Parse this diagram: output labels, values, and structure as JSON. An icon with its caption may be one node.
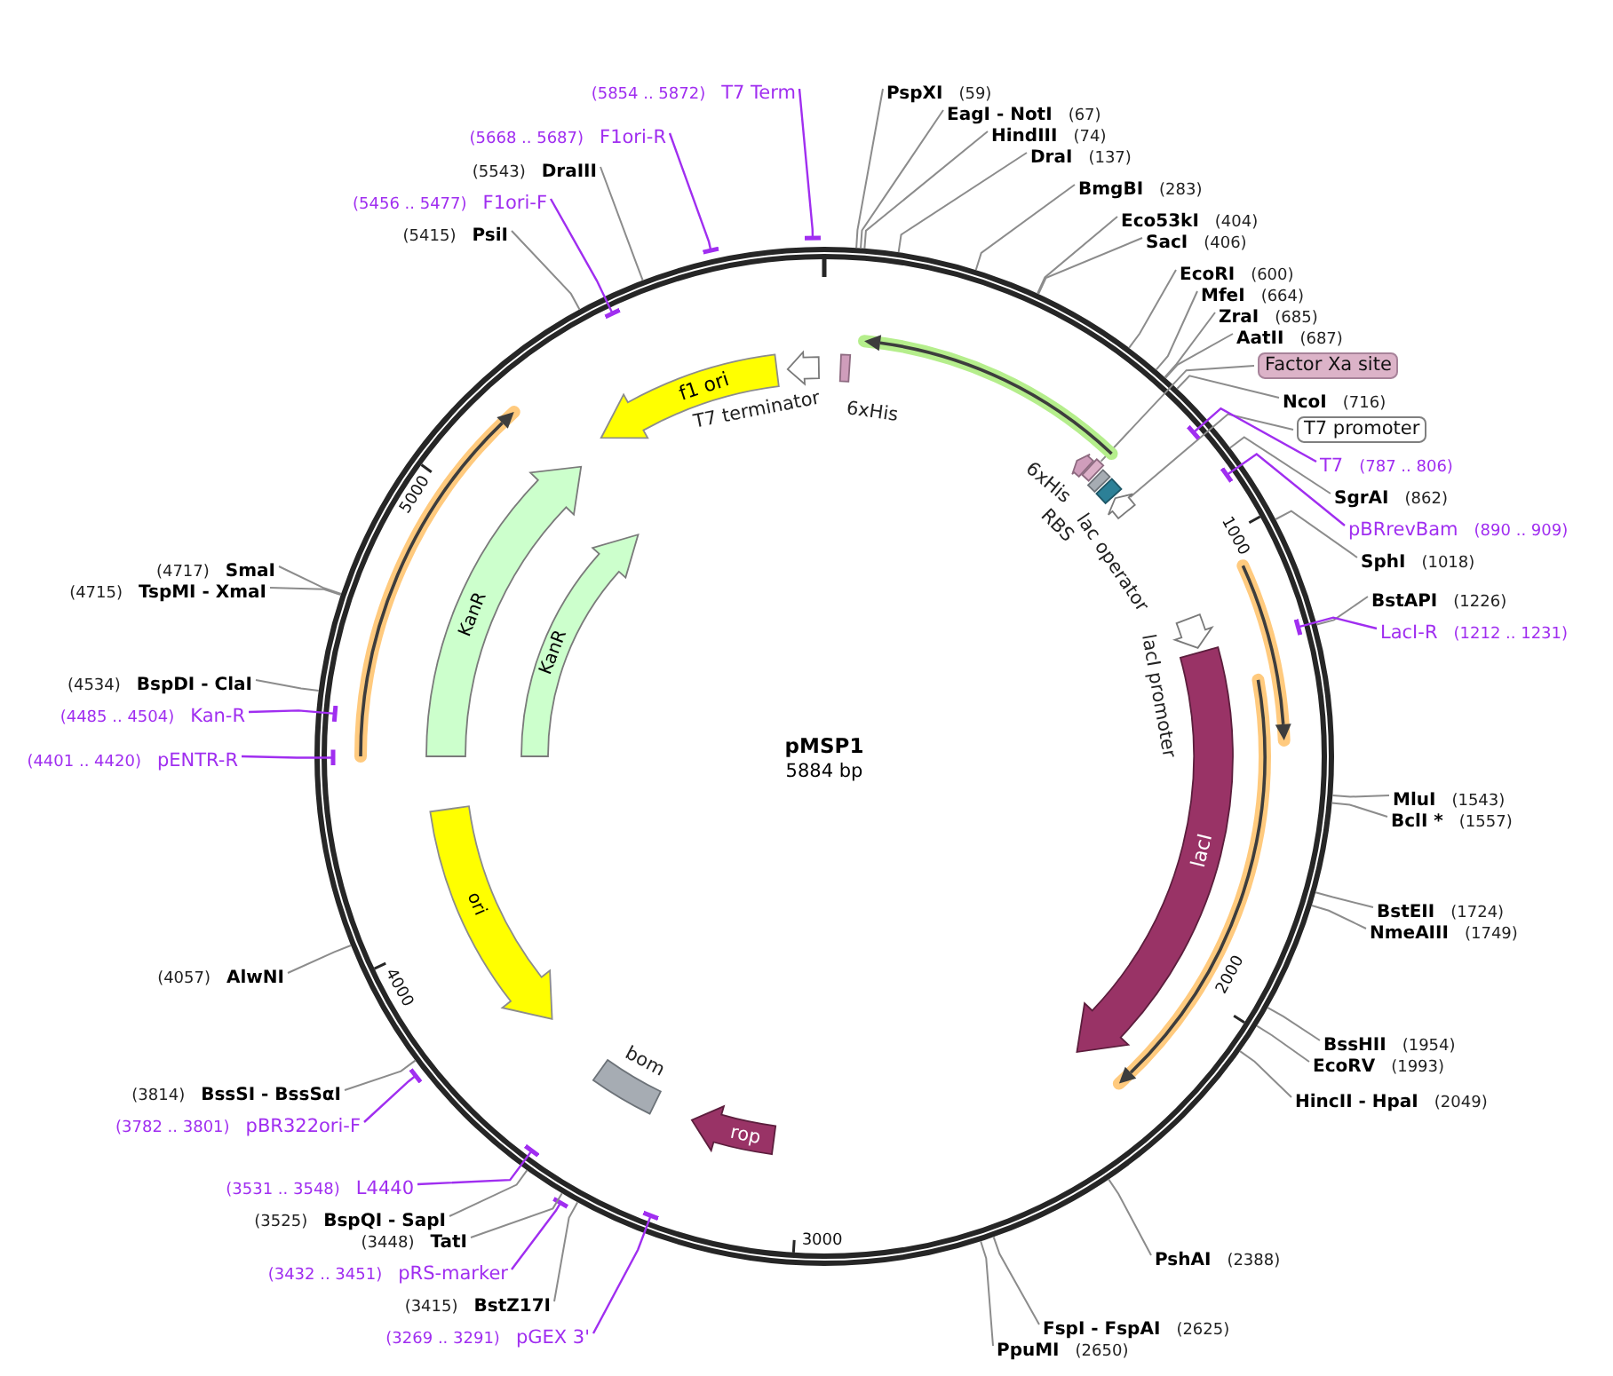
{
  "diagram": {
    "title": "pMSP1",
    "nodes": [
      {
        "text": [
          "PspXI",
          "(59)"
        ]
      },
      {
        "text": [
          "EagI - NotI",
          "(67)"
        ]
      },
      {
        "text": [
          "HindIII",
          "(74)"
        ]
      },
      {
        "text": [
          "DraI",
          "(137)"
        ]
      },
      {
        "text": [
          "BmgBI",
          "(283)"
        ]
      },
      {
        "text": [
          "Eco53kI",
          "(404)"
        ]
      },
      {
        "text": [
          "SacI",
          "(406)"
        ]
      },
      {
        "text": [
          "EcoRI",
          "(600)"
        ]
      },
      {
        "text": [
          "MfeI",
          "(664)"
        ]
      },
      {
        "text": [
          "ZraI",
          "(685)"
        ]
      },
      {
        "text": [
          "AatII",
          "(687)"
        ]
      },
      {
        "text": [
          "Factor Xa site"
        ]
      },
      {
        "text": [
          "NcoI",
          "(716)"
        ]
      },
      {
        "text": [
          "T7 promoter"
        ]
      },
      {
        "text": [
          "T7",
          "(787 .. 806)"
        ]
      },
      {
        "text": [
          "SgrAI",
          "(862)"
        ]
      },
      {
        "text": [
          "pBRrevBam",
          "(890 .. 909)"
        ]
      },
      {
        "text": [
          "SphI",
          "(1018)"
        ]
      },
      {
        "text": [
          "BstAPI",
          "(1226)"
        ]
      },
      {
        "text": [
          "LacI-R",
          "(1212 .. 1231)"
        ]
      },
      {
        "text": [
          "MluI",
          "(1543)"
        ]
      },
      {
        "text": [
          "BclI *",
          "(1557)"
        ]
      },
      {
        "text": [
          "BstEII",
          "(1724)"
        ]
      },
      {
        "text": [
          "NmeAIII",
          "(1749)"
        ]
      },
      {
        "text": [
          "BssHII",
          "(1954)"
        ]
      },
      {
        "text": [
          "EcoRV",
          "(1993)"
        ]
      },
      {
        "text": [
          "HincII - HpaI",
          "(2049)"
        ]
      },
      {
        "text": [
          "PshAI",
          "(2388)"
        ]
      },
      {
        "text": [
          "FspI - FspAI",
          "(2625)"
        ]
      },
      {
        "text": [
          "PpuMI",
          "(2650)"
        ]
      },
      {
        "text": [
          "(3269 .. 3291)",
          "pGEX 3'"
        ]
      },
      {
        "text": [
          "(3415)",
          "BstZ17I"
        ]
      },
      {
        "text": [
          "(3432 .. 3451)",
          "pRS-marker"
        ]
      },
      {
        "text": [
          "(3448)",
          "TatI"
        ]
      },
      {
        "text": [
          "(3525)",
          "BspQI - SapI"
        ]
      },
      {
        "text": [
          "(3531 .. 3548)",
          "L4440"
        ]
      },
      {
        "text": [
          "(3782 .. 3801)",
          "pBR322ori-F"
        ]
      },
      {
        "text": [
          "(3814)",
          "BssSI - BssSαI"
        ]
      },
      {
        "text": [
          "(4057)",
          "AlwNI"
        ]
      },
      {
        "text": [
          "(4401 .. 4420)",
          "pENTR-R"
        ]
      },
      {
        "text": [
          "(4485 .. 4504)",
          "Kan-R"
        ]
      },
      {
        "text": [
          "(4534)",
          "BspDI - ClaI"
        ]
      },
      {
        "text": [
          "(4715)",
          "TspMI - XmaI"
        ]
      },
      {
        "text": [
          "(4717)",
          "SmaI"
        ]
      },
      {
        "text": [
          "(5415)",
          "PsiI"
        ]
      },
      {
        "text": [
          "(5456 .. 5477)",
          "F1ori-F"
        ]
      },
      {
        "text": [
          "(5543)",
          "DraIII"
        ]
      },
      {
        "text": [
          "(5668 .. 5687)",
          "F1ori-R"
        ]
      },
      {
        "text": [
          "(5854 .. 5872)",
          "T7 Term"
        ]
      },
      {
        "text": [
          "f1 ori"
        ]
      },
      {
        "text": [
          "T7 terminator"
        ]
      },
      {
        "text": [
          "6xHis"
        ]
      },
      {
        "text": [
          "6xHis"
        ]
      },
      {
        "text": [],
        "shape": "box"
      },
      {
        "text": [
          "RBS"
        ]
      },
      {
        "text": [
          "lac operator"
        ]
      },
      {
        "text": [],
        "shape": "arrow"
      },
      {
        "text": [
          "lacI promoter"
        ]
      },
      {
        "text": [
          "lacI"
        ]
      },
      {
        "text": [
          "rop"
        ]
      },
      {
        "text": [
          "bom"
        ]
      },
      {
        "text": [
          "ori"
        ]
      },
      {
        "text": [
          "KanR"
        ]
      },
      {
        "text": [
          "KanR"
        ]
      }
    ],
    "edges": [
      {
        "from": 0,
        "to": null,
        "arrow": "none"
      },
      {
        "from": 1,
        "to": null,
        "arrow": "none"
      },
      {
        "from": 2,
        "to": null,
        "arrow": "none"
      },
      {
        "from": 3,
        "to": null,
        "arrow": "none"
      },
      {
        "from": 4,
        "to": null,
        "arrow": "none"
      },
      {
        "from": 5,
        "to": null,
        "arrow": "none"
      },
      {
        "from": 6,
        "to": null,
        "arrow": "none"
      },
      {
        "from": 7,
        "to": null,
        "arrow": "none"
      },
      {
        "from": 8,
        "to": null,
        "arrow": "none"
      },
      {
        "from": 9,
        "to": null,
        "arrow": "none"
      },
      {
        "from": 10,
        "to": null,
        "arrow": "none"
      },
      {
        "from": 11,
        "to": 53,
        "arrow": "none"
      },
      {
        "from": 12,
        "to": null,
        "arrow": "none"
      },
      {
        "from": 13,
        "to": 56,
        "arrow": "none"
      },
      {
        "from": 14,
        "to": null,
        "arrow": "other",
        "color": "#a02ef0"
      },
      {
        "from": 15,
        "to": null,
        "arrow": "none"
      },
      {
        "from": 16,
        "to": null,
        "arrow": "other",
        "color": "#a02ef0"
      },
      {
        "from": 17,
        "to": null,
        "arrow": "none"
      },
      {
        "from": 18,
        "to": null,
        "arrow": "none"
      },
      {
        "from": 19,
        "to": null,
        "arrow": "other",
        "color": "#a02ef0"
      },
      {
        "from": 20,
        "to": null,
        "arrow": "none"
      },
      {
        "from": 21,
        "to": null,
        "arrow": "none"
      },
      {
        "from": 22,
        "to": null,
        "arrow": "none"
      },
      {
        "from": 23,
        "to": null,
        "arrow": "none"
      },
      {
        "from": 24,
        "to": null,
        "arrow": "none"
      },
      {
        "from": 25,
        "to": null,
        "arrow": "none"
      },
      {
        "from": 26,
        "to": null,
        "arrow": "none"
      },
      {
        "from": 27,
        "to": null,
        "arrow": "none"
      },
      {
        "from": 28,
        "to": null,
        "arrow": "none"
      },
      {
        "from": 29,
        "to": null,
        "arrow": "none"
      },
      {
        "from": 30,
        "to": null,
        "arrow": "other",
        "color": "#a02ef0"
      },
      {
        "from": 31,
        "to": null,
        "arrow": "none"
      },
      {
        "from": 32,
        "to": null,
        "arrow": "other",
        "color": "#a02ef0"
      },
      {
        "from": 33,
        "to": null,
        "arrow": "none"
      },
      {
        "from": 34,
        "to": null,
        "arrow": "none"
      },
      {
        "from": 35,
        "to": null,
        "arrow": "other",
        "color": "#a02ef0"
      },
      {
        "from": 36,
        "to": null,
        "arrow": "other",
        "color": "#a02ef0"
      },
      {
        "from": 37,
        "to": null,
        "arrow": "none"
      },
      {
        "from": 38,
        "to": null,
        "arrow": "none"
      },
      {
        "from": 39,
        "to": null,
        "arrow": "other",
        "color": "#a02ef0"
      },
      {
        "from": 40,
        "to": null,
        "arrow": "other",
        "color": "#a02ef0"
      },
      {
        "from": 41,
        "to": null,
        "arrow": "none"
      },
      {
        "from": 42,
        "to": null,
        "arrow": "none"
      },
      {
        "from": 43,
        "to": null,
        "arrow": "none"
      },
      {
        "from": 44,
        "to": null,
        "arrow": "none"
      },
      {
        "from": 45,
        "to": null,
        "arrow": "other",
        "color": "#a02ef0"
      },
      {
        "from": 46,
        "to": null,
        "arrow": "none"
      },
      {
        "from": 47,
        "to": null,
        "arrow": "other",
        "color": "#a02ef0"
      },
      {
        "from": 48,
        "to": null,
        "arrow": "other",
        "color": "#a02ef0"
      }
    ],
    "labels": [
      "5884 bp",
      "1000",
      "2000",
      "3000",
      "4000",
      "5000"
    ]
  }
}
